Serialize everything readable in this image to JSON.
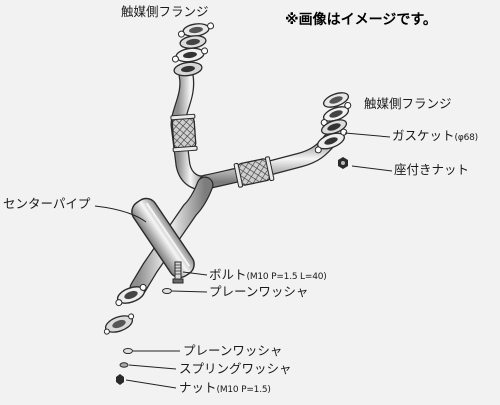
{
  "note": "※画像はイメージです。",
  "labels": {
    "flange_top": "触媒側フランジ",
    "flange_right": "触媒側フランジ",
    "gasket": "ガスケット",
    "gasket_spec": "(φ68)",
    "seat_nut": "座付きナット",
    "center_pipe": "センターパイプ",
    "bolt": "ボルト",
    "bolt_spec": "(M10 P=1.5 L=40)",
    "plain_washer_1": "プレーンワッシャ",
    "plain_washer_2": "プレーンワッシャ",
    "spring_washer": "スプリングワッシャ",
    "nut": "ナット",
    "nut_spec": "(M10 P=1.5)"
  },
  "colors": {
    "background": "#f2f2f2",
    "metal_light": "#f4f4f4",
    "metal_dark": "#8a8a8a",
    "outline": "#2a2a2a"
  }
}
